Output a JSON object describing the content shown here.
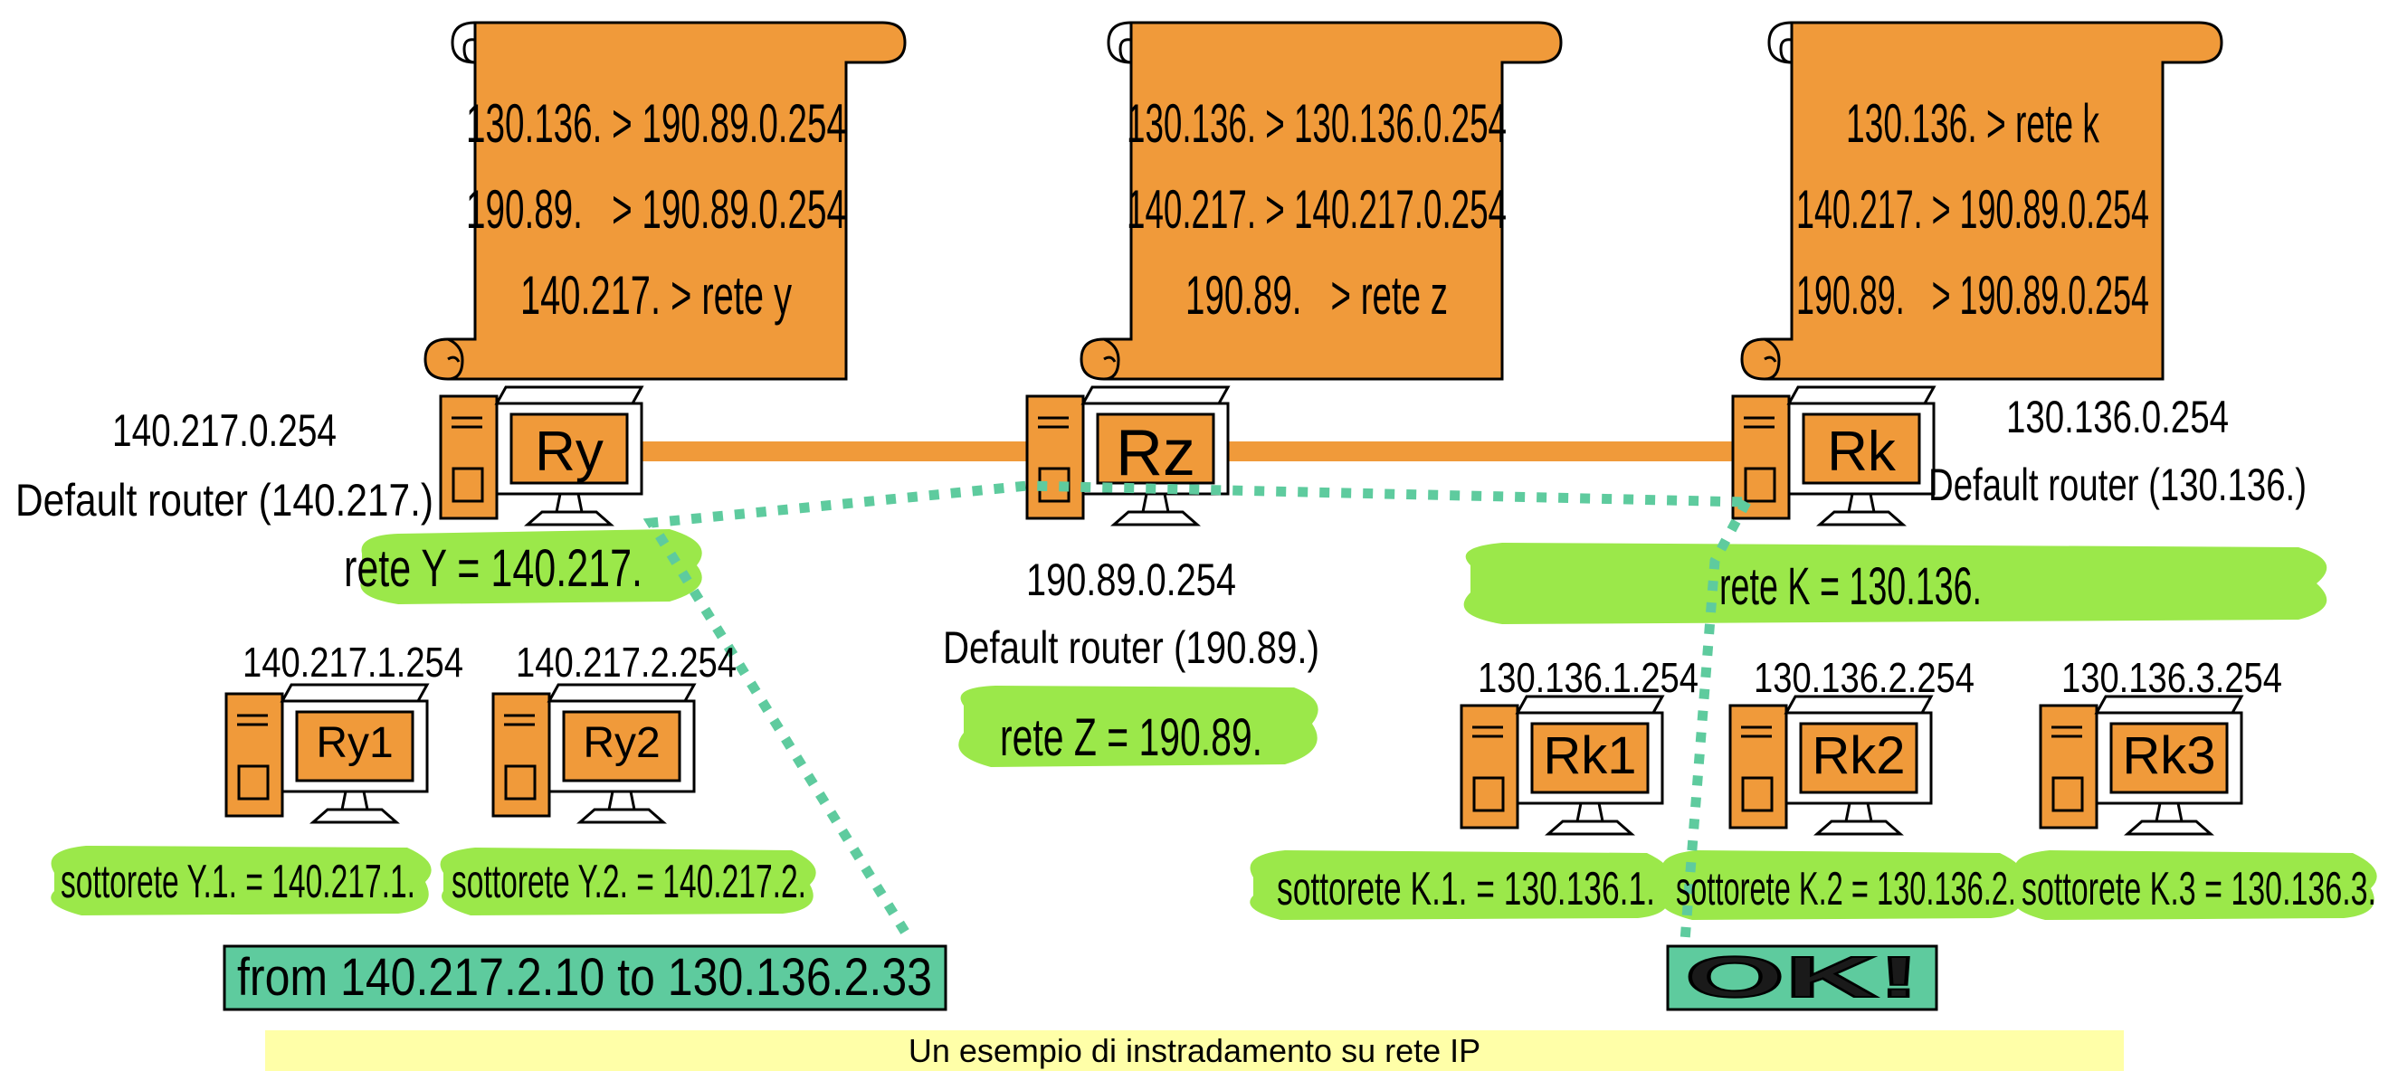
{
  "colors": {
    "scroll_fill": "#f09a3a",
    "router_fill": "#f09a3a",
    "link": "#f09a3a",
    "network_highlight": "#9be84a",
    "path_dots": "#5ecb9e",
    "box_fill": "#5ecb9e",
    "caption_bg": "#ffffa8"
  },
  "routers": {
    "ry": {
      "name": "Ry",
      "ip": "140.217.0.254",
      "default_label": "Default router (140.217.)",
      "table": [
        "130.136. > 190.89.0.254",
        "190.89.   > 190.89.0.254",
        "140.217. > rete y"
      ]
    },
    "rz": {
      "name": "Rz",
      "ip": "190.89.0.254",
      "default_label": "Default router (190.89.)",
      "table": [
        "130.136. > 130.136.0.254",
        "140.217. > 140.217.0.254",
        "190.89.   > rete z"
      ]
    },
    "rk": {
      "name": "Rk",
      "ip": "130.136.0.254",
      "default_label": "Default router (130.136.)",
      "table": [
        "130.136. > rete k",
        "140.217. > 190.89.0.254",
        "190.89.   > 190.89.0.254"
      ]
    }
  },
  "networks": {
    "y": "rete Y = 140.217.",
    "z": "rete Z = 190.89.",
    "k": "rete K = 130.136."
  },
  "subrouters": {
    "ry1": {
      "name": "Ry1",
      "ip": "140.217.1.254",
      "subnet": "sottorete Y.1. = 140.217.1."
    },
    "ry2": {
      "name": "Ry2",
      "ip": "140.217.2.254",
      "subnet": "sottorete Y.2. = 140.217.2."
    },
    "rk1": {
      "name": "Rk1",
      "ip": "130.136.1.254",
      "subnet": "sottorete K.1. = 130.136.1."
    },
    "rk2": {
      "name": "Rk2",
      "ip": "130.136.2.254",
      "subnet": "sottorete K.2 = 130.136.2."
    },
    "rk3": {
      "name": "Rk3",
      "ip": "130.136.3.254",
      "subnet": "sottorete K.3 = 130.136.3."
    }
  },
  "packet": "from 140.217.2.10 to 130.136.2.33",
  "ok_label": "OK!",
  "caption": "Un esempio di instradamento su rete IP"
}
